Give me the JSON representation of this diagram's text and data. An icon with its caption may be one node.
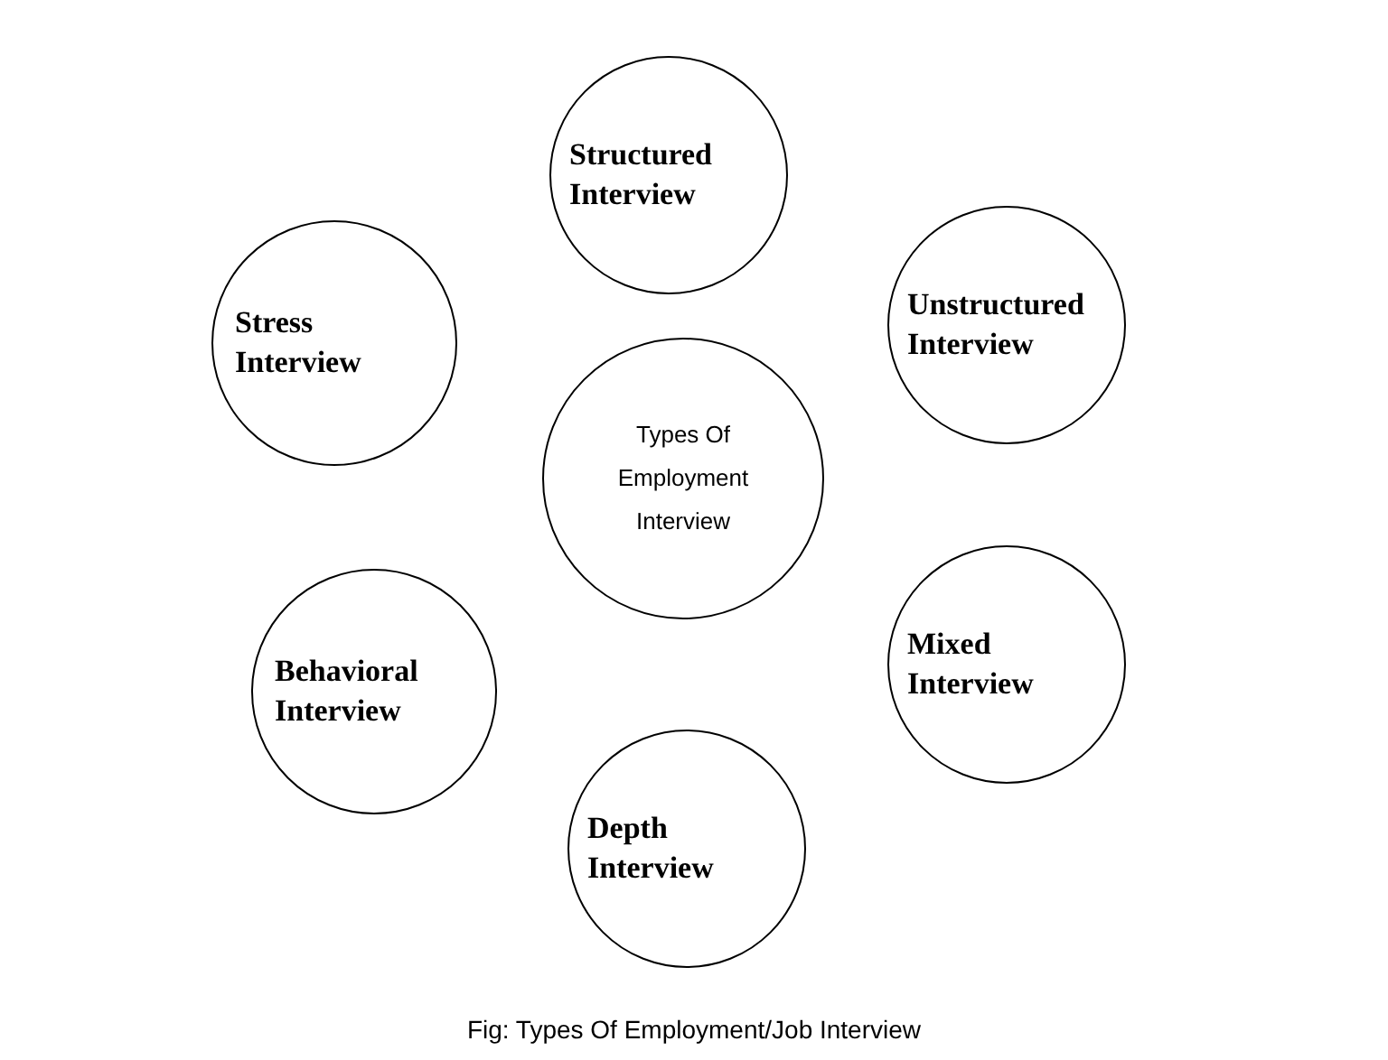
{
  "diagram": {
    "caption": "Fig: Types Of Employment/Job Interview",
    "nodes": [
      {
        "text": [
          "Structured Interview"
        ]
      },
      {
        "text": [
          "Unstructured Interview"
        ]
      },
      {
        "text": [
          "Stress Interview"
        ]
      },
      {
        "text": [
          "Types Of Employment Interview"
        ]
      },
      {
        "text": [
          "Mixed Interview"
        ]
      },
      {
        "text": [
          "Behavioral Interview"
        ]
      },
      {
        "text": [
          "Depth Interview"
        ]
      }
    ],
    "edges": []
  }
}
